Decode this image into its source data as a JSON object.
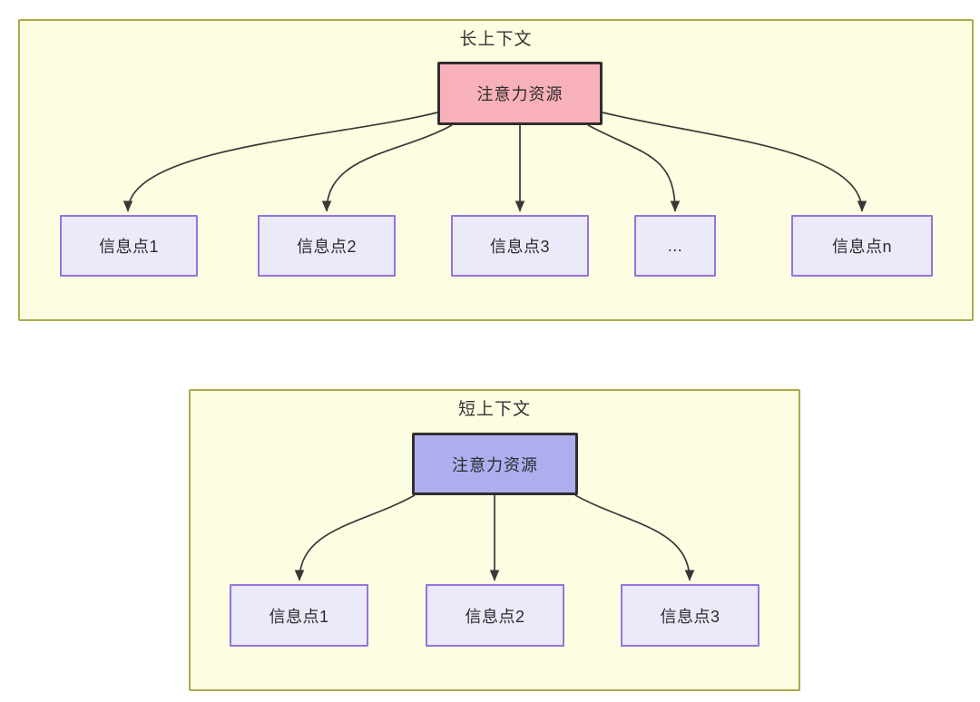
{
  "long_context": {
    "title": "长上下文",
    "source": {
      "label": "注意力资源"
    },
    "info_points": [
      {
        "label": "信息点1"
      },
      {
        "label": "信息点2"
      },
      {
        "label": "信息点3"
      },
      {
        "label": "..."
      },
      {
        "label": "信息点n"
      }
    ]
  },
  "short_context": {
    "title": "短上下文",
    "source": {
      "label": "注意力资源"
    },
    "info_points": [
      {
        "label": "信息点1"
      },
      {
        "label": "信息点2"
      },
      {
        "label": "信息点3"
      }
    ]
  },
  "colors": {
    "container_fill": "#FDFDE2",
    "container_border": "#ABAB4B",
    "long_source_fill": "#F9B1B9",
    "short_source_fill": "#AEAEEF",
    "node_fill": "#EAEAFB",
    "node_border": "#9673DB",
    "source_border": "#2F2F2F",
    "arrow": "#383838",
    "text": "#2B2B2B"
  }
}
